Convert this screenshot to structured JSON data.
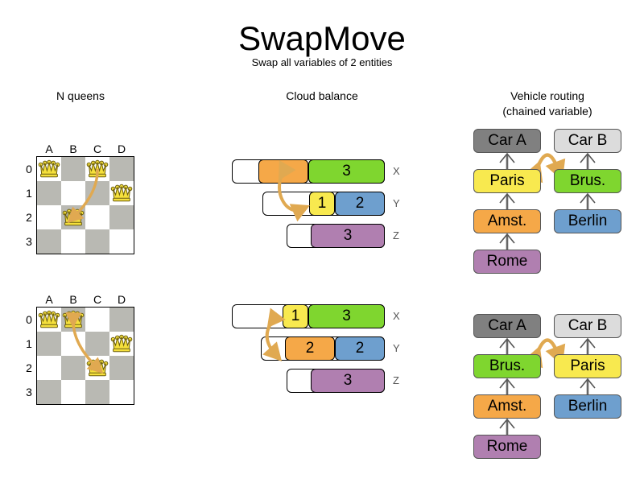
{
  "header": {
    "title": "SwapMove",
    "subtitle": "Swap all variables of 2 entities"
  },
  "columns": {
    "nqueens": "N queens",
    "cloud": "Cloud balance",
    "vrp_line1": "Vehicle routing",
    "vrp_line2": "(chained variable)"
  },
  "colors": {
    "orange": "#F5A848",
    "green": "#7FD62F",
    "yellow": "#F8E94F",
    "blue": "#6E9FCE",
    "purple": "#B07FB0",
    "gray_dark": "#808080",
    "gray_light": "#DCDCDC",
    "board_dark": "#B9B9B3",
    "board_light": "#FFFFFF",
    "arrow": "#E0A951",
    "queen": "#F5E03C"
  },
  "nqueens": {
    "files": [
      "A",
      "B",
      "C",
      "D"
    ],
    "ranks": [
      "0",
      "1",
      "2",
      "3"
    ],
    "before": {
      "queens": [
        {
          "file": "A",
          "rank": "0"
        },
        {
          "file": "C",
          "rank": "0"
        },
        {
          "file": "D",
          "rank": "1"
        },
        {
          "file": "B",
          "rank": "2"
        }
      ],
      "move": {
        "from": "C0",
        "to": "B2",
        "double_headed": false
      }
    },
    "after": {
      "queens": [
        {
          "file": "A",
          "rank": "0"
        },
        {
          "file": "B",
          "rank": "0"
        },
        {
          "file": "D",
          "rank": "1"
        },
        {
          "file": "C",
          "rank": "2"
        }
      ],
      "move": {
        "from": "B0",
        "to": "C2",
        "double_headed": true
      }
    }
  },
  "cloud": {
    "before": {
      "rows": [
        {
          "label": "X",
          "free": 33,
          "segments": [
            {
              "value": "2",
              "color": "#F5A848",
              "width": 62
            },
            {
              "value": "3",
              "color": "#7FD62F",
              "width": 95
            }
          ]
        },
        {
          "label": "Y",
          "free": 58,
          "segments": [
            {
              "value": "1",
              "color": "#F8E94F",
              "width": 32
            },
            {
              "value": "2",
              "color": "#6E9FCE",
              "width": 62
            }
          ]
        },
        {
          "label": "Z",
          "free": 30,
          "segments": [
            {
              "value": "3",
              "color": "#B07FB0",
              "width": 92
            }
          ]
        }
      ],
      "swap_double_headed": false
    },
    "after": {
      "rows": [
        {
          "label": "X",
          "free": 63,
          "segments": [
            {
              "value": "1",
              "color": "#F8E94F",
              "width": 32
            },
            {
              "value": "3",
              "color": "#7FD62F",
              "width": 95
            }
          ]
        },
        {
          "label": "Y",
          "free": 30,
          "segments": [
            {
              "value": "2",
              "color": "#F5A848",
              "width": 62
            },
            {
              "value": "2",
              "color": "#6E9FCE",
              "width": 62
            }
          ]
        },
        {
          "label": "Z",
          "free": 30,
          "segments": [
            {
              "value": "3",
              "color": "#B07FB0",
              "width": 92
            }
          ]
        }
      ],
      "swap_double_headed": true
    }
  },
  "vrp": {
    "before": {
      "chain_a": [
        {
          "label": "Car A",
          "color": "#808080"
        },
        {
          "label": "Paris",
          "color": "#F8E94F"
        },
        {
          "label": "Amst.",
          "color": "#F5A848"
        },
        {
          "label": "Rome",
          "color": "#B07FB0"
        }
      ],
      "chain_b": [
        {
          "label": "Car B",
          "color": "#DCDCDC"
        },
        {
          "label": "Brus.",
          "color": "#7FD62F"
        },
        {
          "label": "Berlin",
          "color": "#6E9FCE"
        }
      ],
      "swap": {
        "from": "Paris",
        "to": "Brus."
      }
    },
    "after": {
      "chain_a": [
        {
          "label": "Car A",
          "color": "#808080"
        },
        {
          "label": "Brus.",
          "color": "#7FD62F"
        },
        {
          "label": "Amst.",
          "color": "#F5A848"
        },
        {
          "label": "Rome",
          "color": "#B07FB0"
        }
      ],
      "chain_b": [
        {
          "label": "Car B",
          "color": "#DCDCDC"
        },
        {
          "label": "Paris",
          "color": "#F8E94F"
        },
        {
          "label": "Berlin",
          "color": "#6E9FCE"
        }
      ],
      "swap": {
        "from": "Brus.",
        "to": "Paris"
      }
    }
  }
}
